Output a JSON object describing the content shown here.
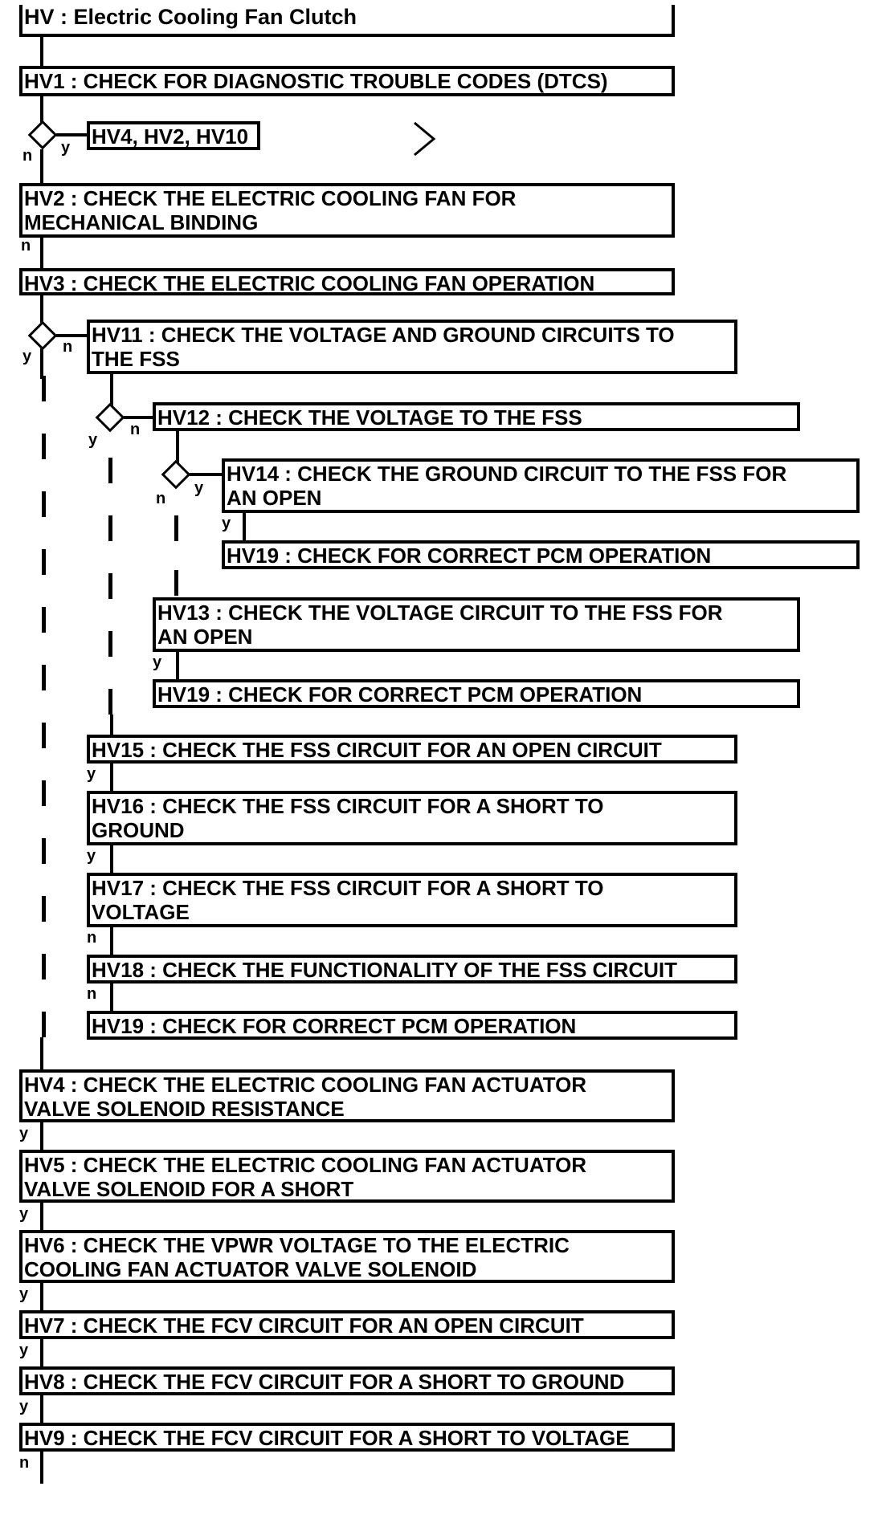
{
  "title": "HV : Electric Cooling Fan Clutch",
  "steps": {
    "hv1": "HV1 : CHECK FOR DIAGNOSTIC TROUBLE CODES (DTCS)",
    "hv1_jump": "HV4, HV2, HV10",
    "hv2": "HV2 : CHECK THE ELECTRIC COOLING FAN FOR\nMECHANICAL BINDING",
    "hv3": "HV3 : CHECK THE ELECTRIC COOLING FAN OPERATION",
    "hv11": "HV11 : CHECK THE VOLTAGE AND GROUND CIRCUITS TO\nTHE FSS",
    "hv12": "HV12 : CHECK THE VOLTAGE TO THE FSS",
    "hv14": "HV14 : CHECK THE GROUND CIRCUIT TO THE FSS FOR\nAN OPEN",
    "hv19_a": "HV19 : CHECK FOR CORRECT PCM OPERATION",
    "hv13": "HV13 : CHECK THE VOLTAGE CIRCUIT TO THE FSS FOR\nAN OPEN",
    "hv19_b": "HV19 : CHECK FOR CORRECT PCM OPERATION",
    "hv15": "HV15 : CHECK THE FSS CIRCUIT FOR AN OPEN CIRCUIT",
    "hv16": "HV16 : CHECK THE FSS CIRCUIT FOR A SHORT TO\nGROUND",
    "hv17": "HV17 : CHECK THE FSS CIRCUIT FOR A SHORT TO\nVOLTAGE",
    "hv18": "HV18 : CHECK THE FUNCTIONALITY OF THE FSS CIRCUIT",
    "hv19_c": "HV19 : CHECK FOR CORRECT PCM OPERATION",
    "hv4": "HV4 : CHECK THE ELECTRIC COOLING FAN ACTUATOR\nVALVE SOLENOID RESISTANCE",
    "hv5": "HV5 : CHECK THE ELECTRIC COOLING FAN ACTUATOR\nVALVE SOLENOID FOR A SHORT",
    "hv6": "HV6 : CHECK THE VPWR VOLTAGE TO THE ELECTRIC\nCOOLING FAN ACTUATOR VALVE SOLENOID",
    "hv7": "HV7 : CHECK THE FCV CIRCUIT FOR AN OPEN CIRCUIT",
    "hv8": "HV8 : CHECK THE FCV CIRCUIT FOR A SHORT TO GROUND",
    "hv9": "HV9 : CHECK THE FCV CIRCUIT FOR A SHORT TO VOLTAGE"
  },
  "labels": {
    "yes": "y",
    "no": "n"
  }
}
